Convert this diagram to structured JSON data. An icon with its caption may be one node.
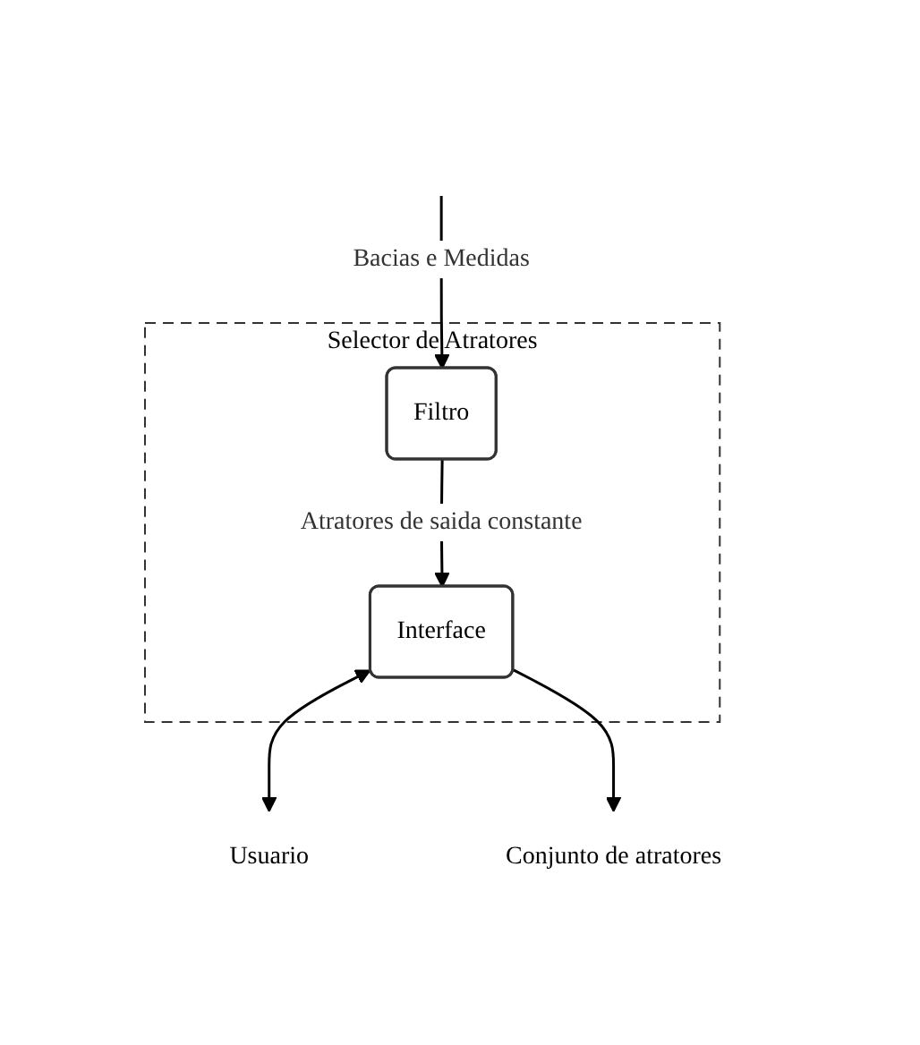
{
  "diagram": {
    "nodes": [
      {
        "text": [
          "Selector de Atratores"
        ]
      },
      {
        "text": [
          "Filtro"
        ],
        "in": 0
      },
      {
        "text": [
          "Interface"
        ],
        "in": 0
      },
      {
        "text": [
          "Usuario"
        ]
      },
      {
        "text": [
          "Conjunto de atratores"
        ]
      }
    ],
    "edges": [
      {
        "from": null,
        "to": 1,
        "arrow": "to",
        "label": "Bacias e Medidas"
      },
      {
        "from": 1,
        "to": 2,
        "arrow": "to",
        "label": "Atratores de saida constante"
      },
      {
        "from": 2,
        "to": 3,
        "arrow": "both"
      },
      {
        "from": 2,
        "to": 4,
        "arrow": "to"
      }
    ]
  }
}
